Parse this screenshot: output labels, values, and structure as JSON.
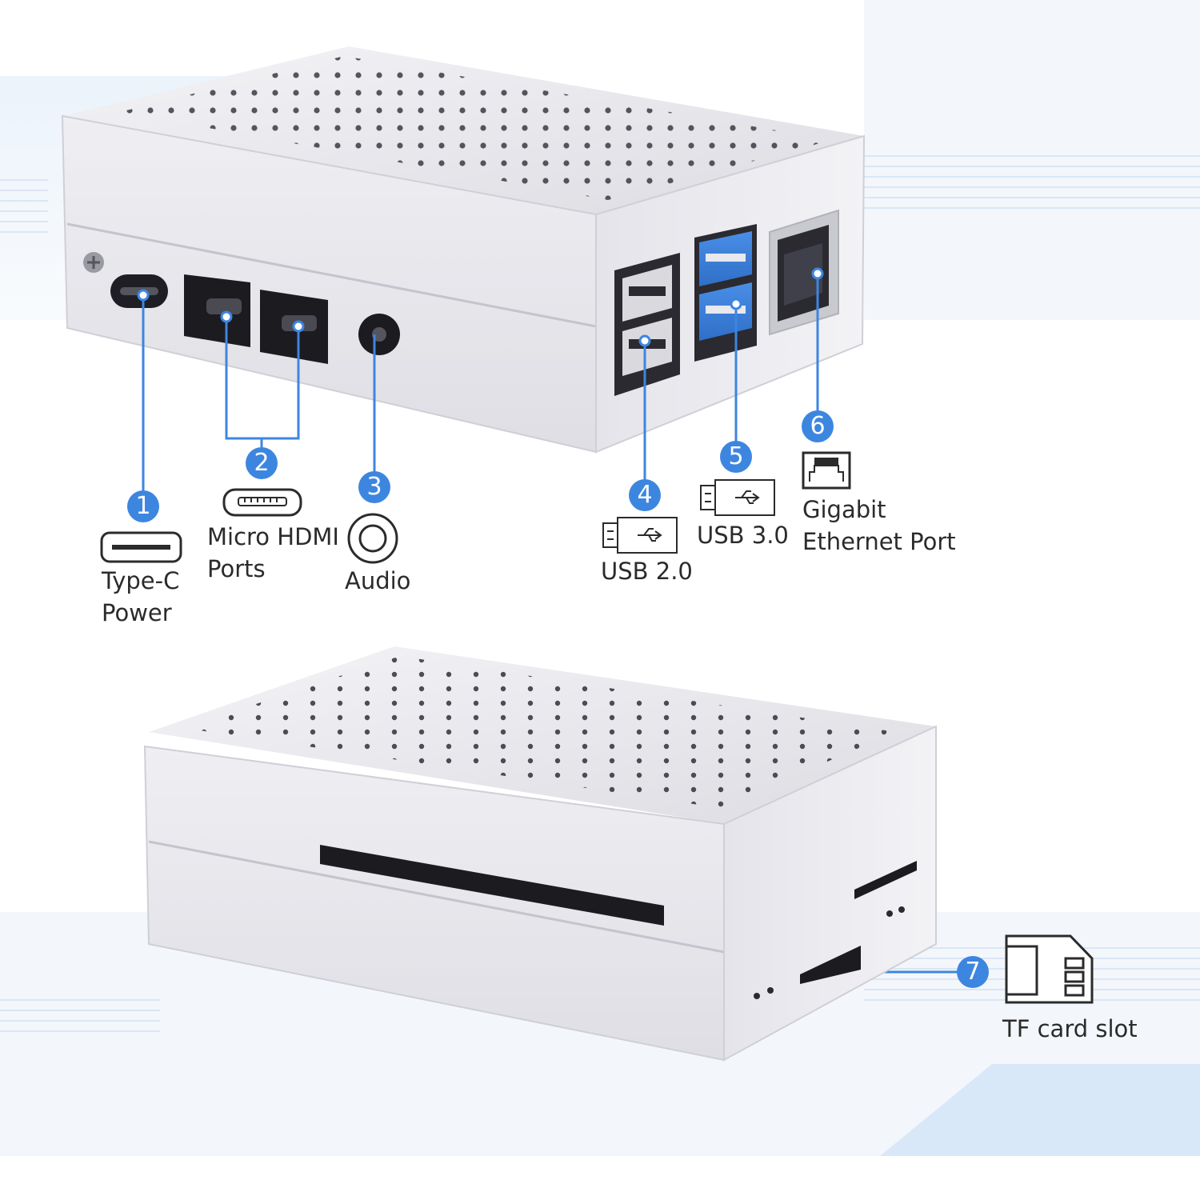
{
  "accent_color": "#3d86e0",
  "case_color": "#e9e9ee",
  "callouts": [
    {
      "number": "1",
      "label_line1": "Type-C",
      "label_line2": "Power",
      "icon": "usb-c-port-icon"
    },
    {
      "number": "2",
      "label_line1": "Micro HDMI",
      "label_line2": "Ports",
      "icon": "micro-hdmi-port-icon"
    },
    {
      "number": "3",
      "label_line1": "Audio",
      "label_line2": "",
      "icon": "audio-jack-icon"
    },
    {
      "number": "4",
      "label_line1": "USB 2.0",
      "label_line2": "",
      "icon": "usb-plug-icon"
    },
    {
      "number": "5",
      "label_line1": "USB 3.0",
      "label_line2": "",
      "icon": "usb-plug-icon"
    },
    {
      "number": "6",
      "label_line1": "Gigabit",
      "label_line2": "Ethernet Port",
      "icon": "ethernet-port-icon"
    },
    {
      "number": "7",
      "label_line1": "TF card slot",
      "label_line2": "",
      "icon": "sd-card-icon"
    }
  ]
}
